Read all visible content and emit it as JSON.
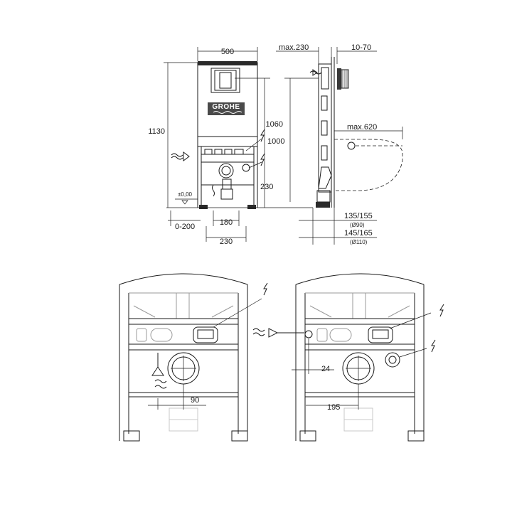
{
  "brand": "GROHE",
  "front_view": {
    "width_top": "500",
    "height_total": "1130",
    "height_button": "1000",
    "height_inlet": "230",
    "zero_level": "±0,00",
    "floor_adjust": "0-200",
    "leg_spacing": "180",
    "base_spacing": "230"
  },
  "side_view": {
    "depth_max": "max.230",
    "wall_gap": "10-70",
    "height_frame": "1060",
    "pan_projection": "max.620",
    "outlet_90": "135/155",
    "outlet_90_note": "(Ø90)",
    "outlet_110": "145/165",
    "outlet_110_note": "(Ø110)"
  },
  "detail_left": {
    "offset_water": "90"
  },
  "detail_right": {
    "offset_pipe": "24",
    "offset_power": "195"
  }
}
